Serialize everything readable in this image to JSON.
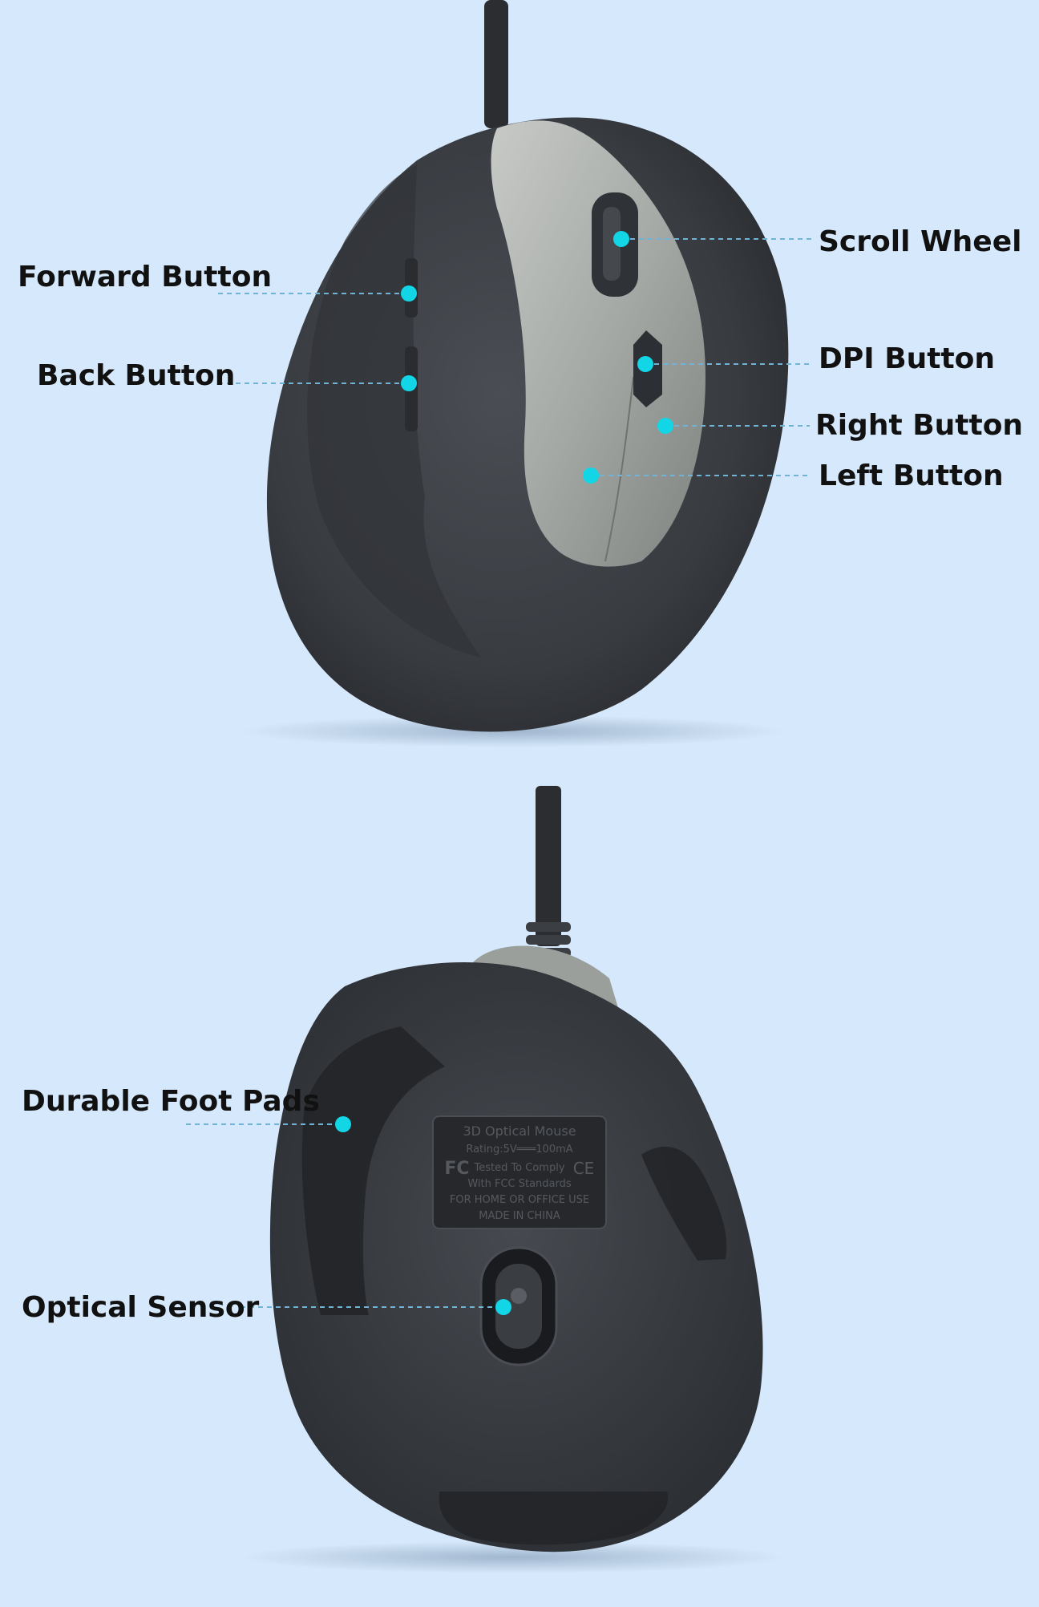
{
  "colors": {
    "background": "#d6e8fb",
    "body": "#3a3d42",
    "shell": "#9ea29f",
    "accent": "#12d6e6",
    "label_text": "#111111"
  },
  "callouts": {
    "forward_button": "Forward Button",
    "back_button": "Back Button",
    "scroll_wheel": "Scroll Wheel",
    "dpi_button": "DPI Button",
    "right_button": "Right Button",
    "left_button": "Left Button",
    "durable_foot_pads": "Durable Foot Pads",
    "optical_sensor": "Optical Sensor"
  },
  "rating_plate": {
    "line1": "3D Optical Mouse",
    "line2": "Rating:5V═══100mA",
    "fc_mark": "FC",
    "line3": "Tested To Comply",
    "ce_mark": "CE",
    "line4": "With FCC Standards",
    "line5": "FOR HOME OR OFFICE USE",
    "line6": "MADE IN CHINA"
  }
}
